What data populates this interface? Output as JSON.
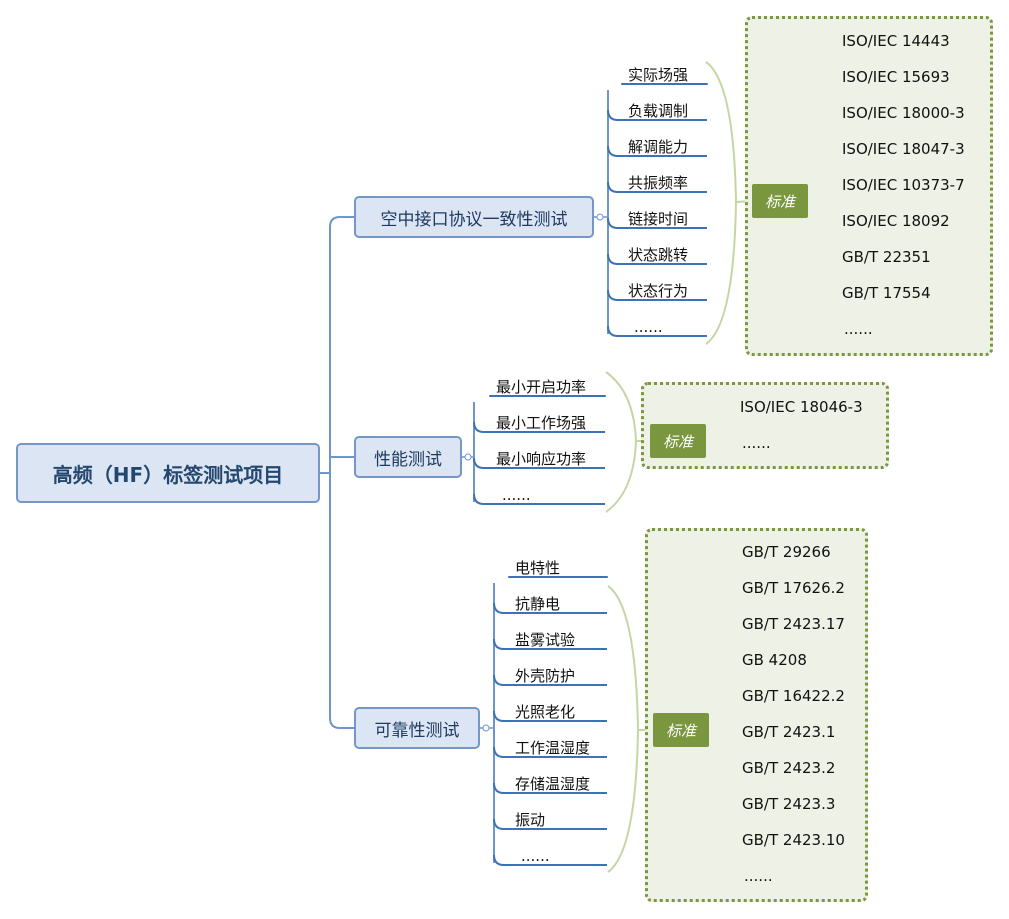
{
  "root": {
    "label": "高频（HF）标签测试项目"
  },
  "branches": [
    {
      "label": "空中接口协议一致性测试",
      "items": [
        "实际场强",
        "负载调制",
        "解调能力",
        "共振频率",
        "链接时间",
        "状态跳转",
        "状态行为",
        "......"
      ],
      "standard_label": "标准",
      "standards": [
        "ISO/IEC 14443",
        "ISO/IEC 15693",
        "ISO/IEC 18000-3",
        "ISO/IEC 18047-3",
        "ISO/IEC 10373-7",
        "ISO/IEC 18092",
        "GB/T 22351",
        "GB/T 17554",
        "......"
      ]
    },
    {
      "label": "性能测试",
      "items": [
        "最小开启功率",
        "最小工作场强",
        "最小响应功率",
        "......"
      ],
      "standard_label": "标准",
      "standards": [
        "ISO/IEC 18046-3",
        "......"
      ]
    },
    {
      "label": "可靠性测试",
      "items": [
        "电特性",
        "抗静电",
        "盐雾试验",
        "外壳防护",
        "光照老化",
        "工作温湿度",
        "存储温湿度",
        "振动",
        "......"
      ],
      "standard_label": "标准",
      "standards": [
        "GB/T 29266",
        "GB/T 17626.2",
        "GB/T 2423.17",
        "GB 4208",
        "GB/T 16422.2",
        "GB/T 2423.1",
        "GB/T 2423.2",
        "GB/T 2423.3",
        "GB/T 2423.10",
        "......"
      ]
    }
  ],
  "colors": {
    "node_fill": "#dbe5f3",
    "node_border": "#7597c7",
    "connector": "#6f95cf",
    "item_underline": "#3d72b8",
    "bracket": "#c5d6a4",
    "standard_box_border": "#7a963e",
    "standard_box_fill": "#eef2e6",
    "standard_label_fill": "#7a963e"
  }
}
